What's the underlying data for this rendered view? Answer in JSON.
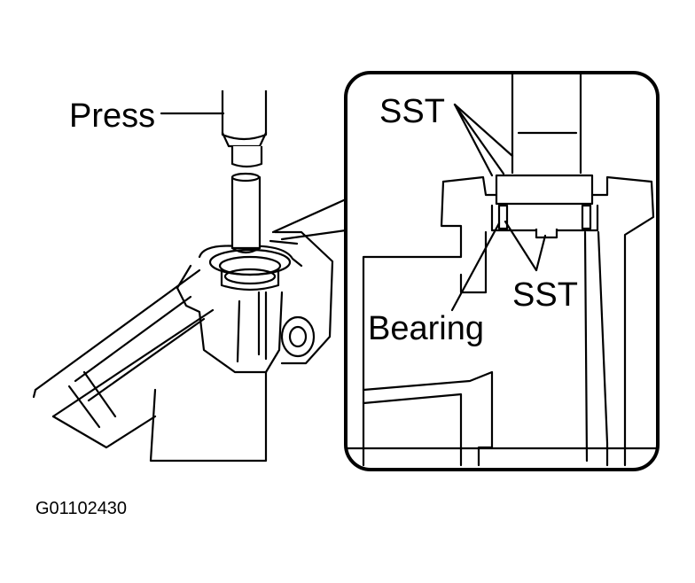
{
  "labels": {
    "press": "Press",
    "sst_top": "SST",
    "sst_bottom": "SST",
    "bearing": "Bearing"
  },
  "figure_code": "G01102430",
  "colors": {
    "line": "#000000",
    "background": "#ffffff"
  }
}
